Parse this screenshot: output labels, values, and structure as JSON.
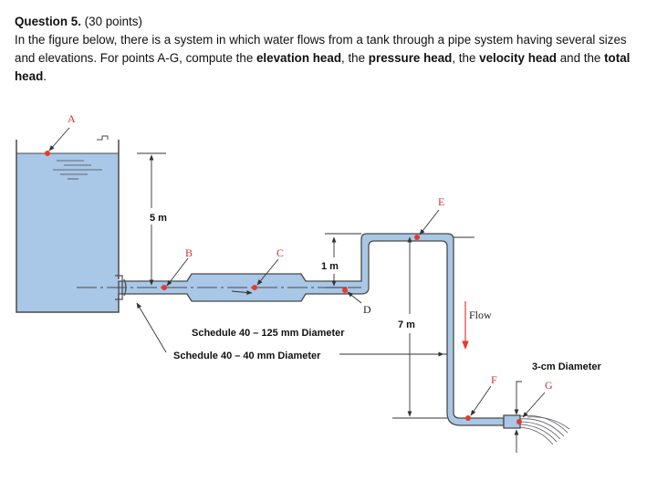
{
  "question": {
    "title": "Question 5.",
    "points": "(30 points)",
    "intro": "In the figure below, there is a system in which water flows from a tank through a pipe system having several sizes and elevations. For points A-G, compute the ",
    "elevation_head": "elevation head",
    "comma1": ", the ",
    "pressure_head": "pressure head",
    "comma2": ", the ",
    "velocity_head": "velocity head",
    "and_the": " and the ",
    "total_head": "total head",
    "period": "."
  },
  "figure": {
    "points": {
      "a": "A",
      "b": "B",
      "c": "C",
      "d": "D",
      "e": "E",
      "f": "F",
      "g": "G"
    },
    "dim_5m": "5 m",
    "dim_1m": "1 m",
    "dim_7m": "7 m",
    "flow": "Flow",
    "pipe_125": "Schedule 40 – 125 mm Diameter",
    "pipe_40": "Schedule 40 – 40 mm Diameter",
    "nozzle": "3-cm Diameter",
    "colors": {
      "water": "#a9c7e6",
      "outline": "#4a4a4a",
      "marker": "#e53a2f",
      "point_label": "#cc3333"
    }
  }
}
